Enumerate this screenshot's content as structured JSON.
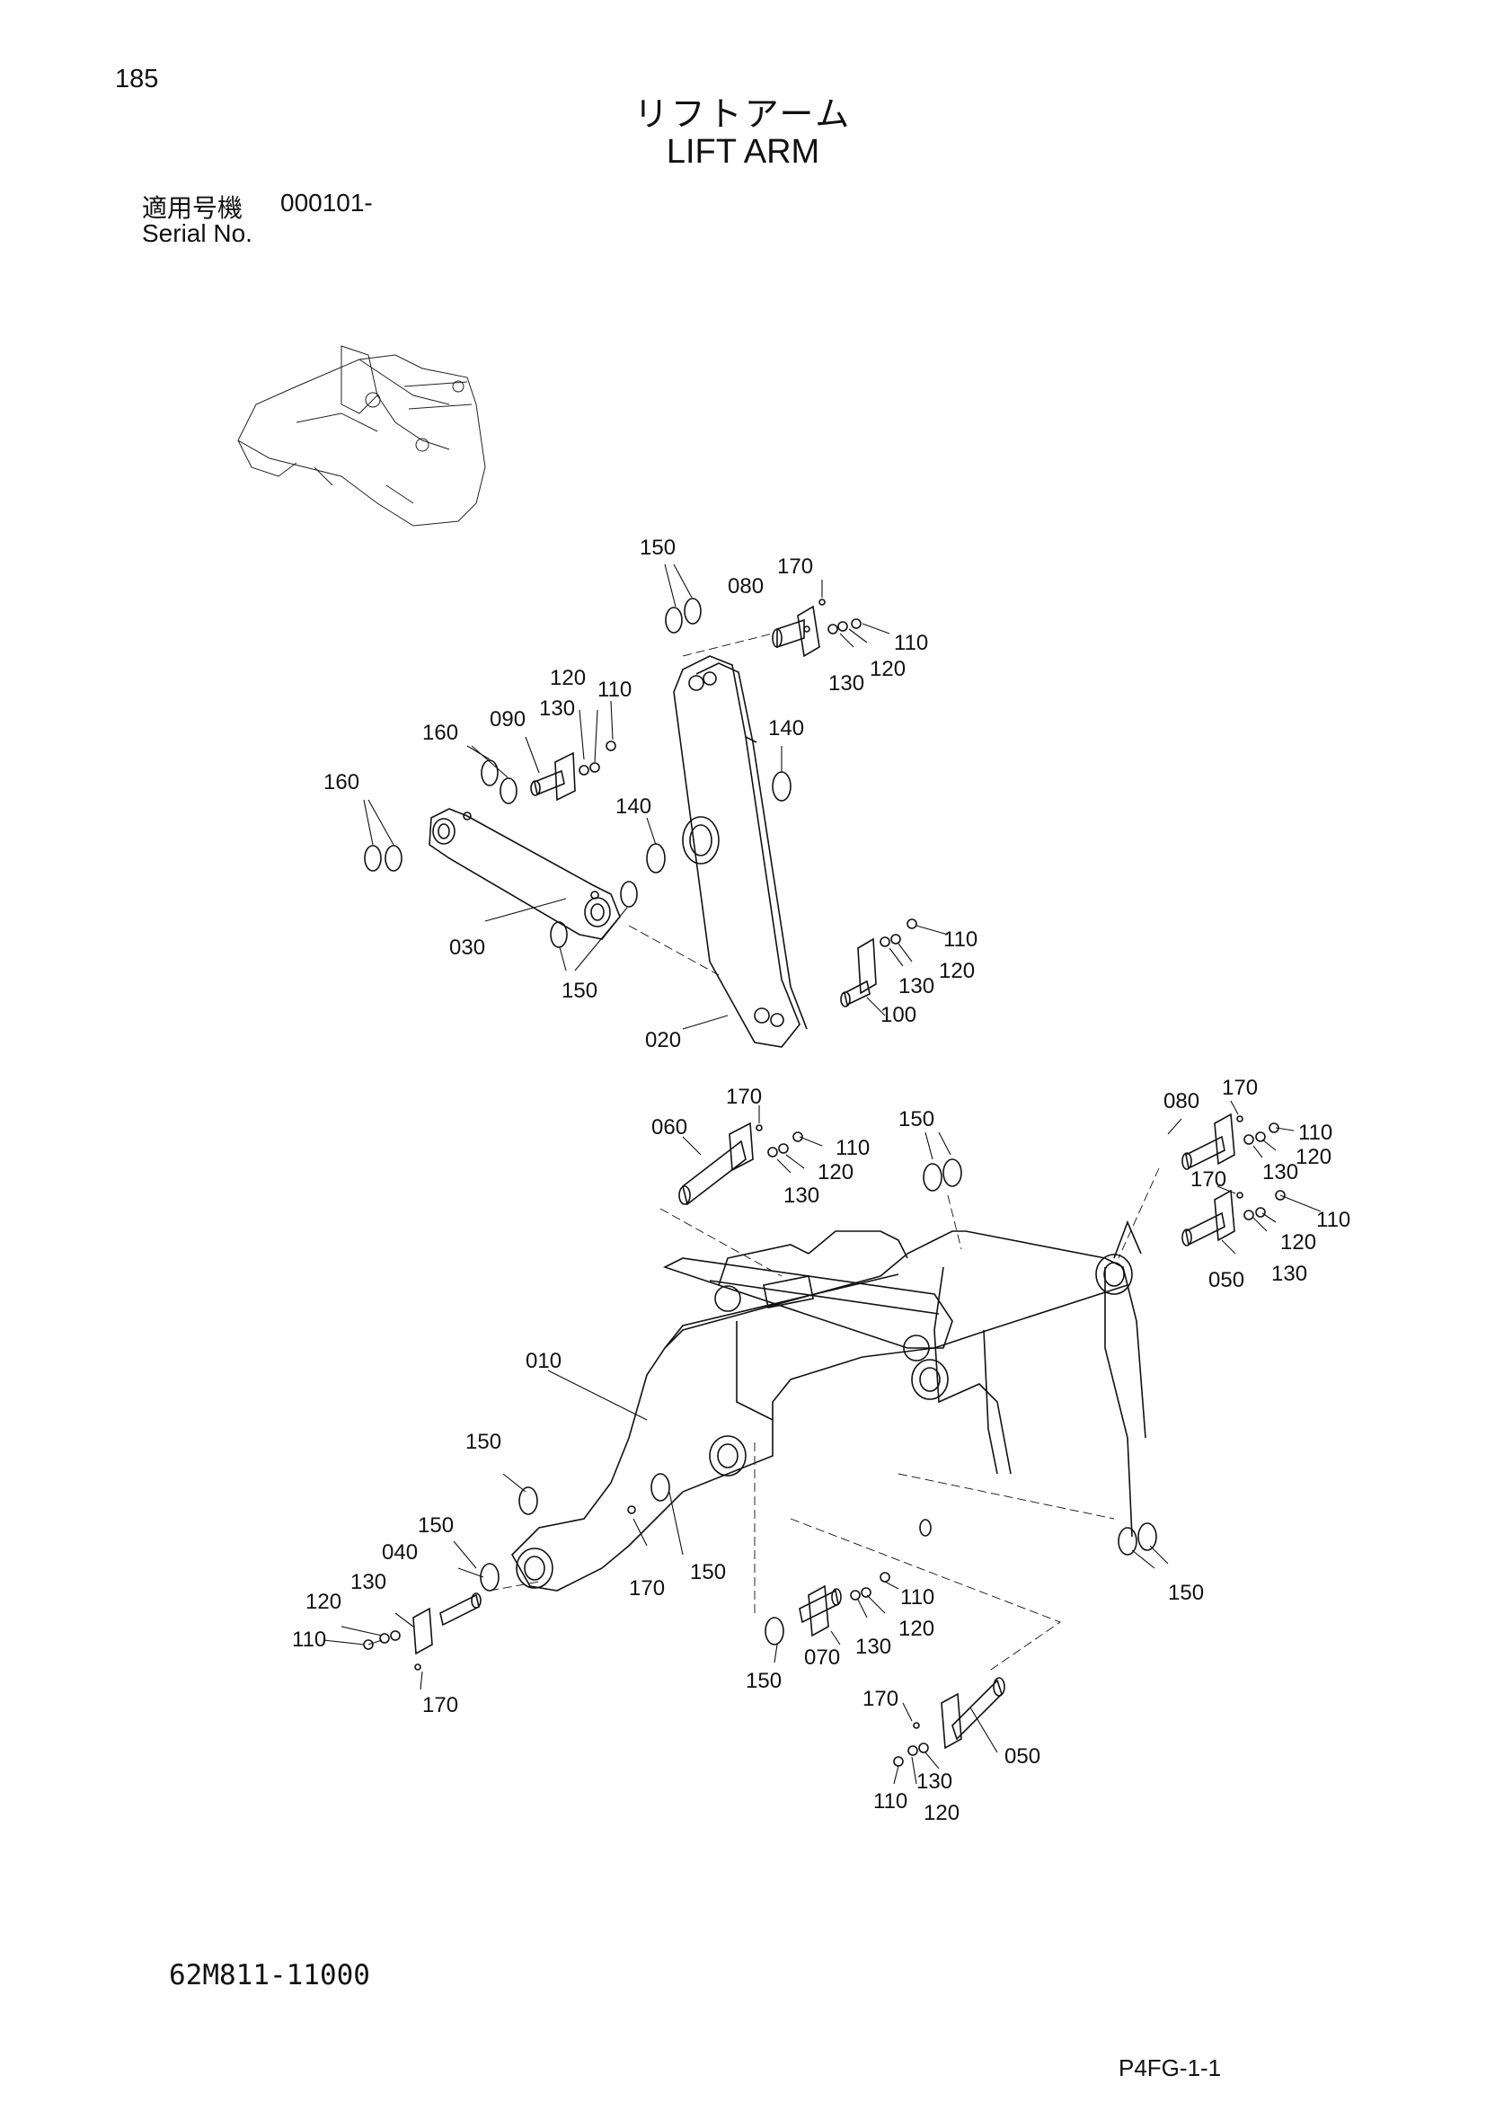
{
  "header": {
    "page_number": "185",
    "title_jp": "リフトアーム",
    "title_en": "LIFT ARM",
    "serial_label_jp": "適用号機",
    "serial_range": "000101-",
    "serial_label_en": "Serial No."
  },
  "footer": {
    "drawing_number": "62M811-11000",
    "page_code": "P4FG-1-1"
  },
  "callouts": {
    "upper_assembly": {
      "c150a": "150",
      "c170a": "170",
      "c080a": "080",
      "c110a": "110",
      "c130a": "130",
      "c120a": "120",
      "c120b": "120",
      "c110b": "110",
      "c130b": "130",
      "c090": "090",
      "c160a": "160",
      "c160b": "160",
      "c140a": "140",
      "c140b": "140",
      "c030": "030",
      "c150b": "150",
      "c110c": "110",
      "c130c": "130",
      "c120c": "120",
      "c100": "100",
      "c020": "020"
    },
    "lower_assembly": {
      "c170b": "170",
      "c060": "060",
      "c110d": "110",
      "c120d": "120",
      "c130d": "130",
      "c150c": "150",
      "c080b": "080",
      "c170c": "170",
      "c110e": "110",
      "c130e": "130",
      "c120e": "120",
      "c170d": "170",
      "c110f": "110",
      "c120f": "120",
      "c050a": "050",
      "c130f": "130",
      "c010": "010",
      "c150d": "150",
      "c150e": "150",
      "c040": "040",
      "c130g": "130",
      "c120g": "120",
      "c110g": "110",
      "c170e": "170",
      "c170f": "170",
      "c150f": "150",
      "c150g": "150",
      "c110h": "110",
      "c070": "070",
      "c130h": "130",
      "c120h": "120",
      "c150h": "150",
      "c170g": "170",
      "c050b": "050",
      "c130i": "130",
      "c110i": "110",
      "c120i": "120"
    }
  }
}
